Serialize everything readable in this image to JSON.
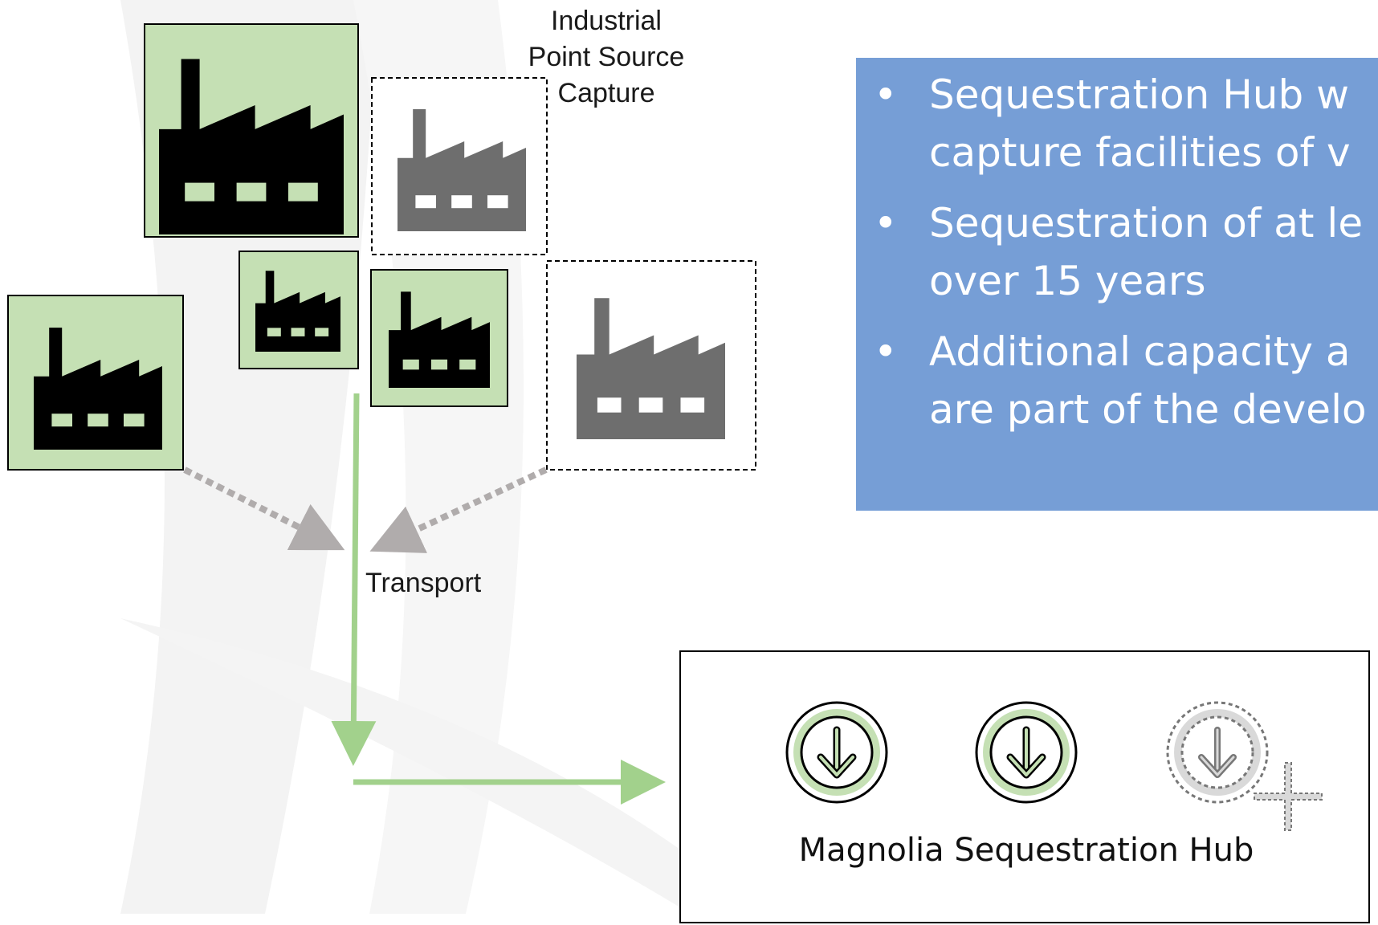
{
  "labels": {
    "capture_line1": "Industrial",
    "capture_line2": "Point Source",
    "capture_line3": "Capture",
    "transport": "Transport"
  },
  "bullets": [
    "Sequestration Hub w",
    "capture facilities of v",
    "Sequestration of at le",
    "over 15 years",
    "Additional capacity a",
    "are part of the develo"
  ],
  "hub": {
    "label": "Magnolia Sequestration Hub",
    "wells": [
      {
        "icon": "injection-well-icon",
        "state": "existing"
      },
      {
        "icon": "injection-well-icon",
        "state": "existing"
      },
      {
        "icon": "injection-well-icon",
        "state": "planned"
      }
    ],
    "add_icon": "plus-icon"
  },
  "facilities": [
    {
      "icon": "factory-icon",
      "state": "existing"
    },
    {
      "icon": "factory-icon",
      "state": "planned"
    },
    {
      "icon": "factory-icon",
      "state": "existing"
    },
    {
      "icon": "factory-icon",
      "state": "existing"
    },
    {
      "icon": "factory-icon",
      "state": "existing"
    },
    {
      "icon": "factory-icon",
      "state": "planned"
    }
  ],
  "colors": {
    "existing_fill": "#c5e0b4",
    "existing_line": "#a2d18c",
    "planned_gray": "#6e6e6e",
    "dashed_arrow": "#b0acac",
    "text_box": "#769ed6",
    "watermark": "#f1f1f1"
  }
}
